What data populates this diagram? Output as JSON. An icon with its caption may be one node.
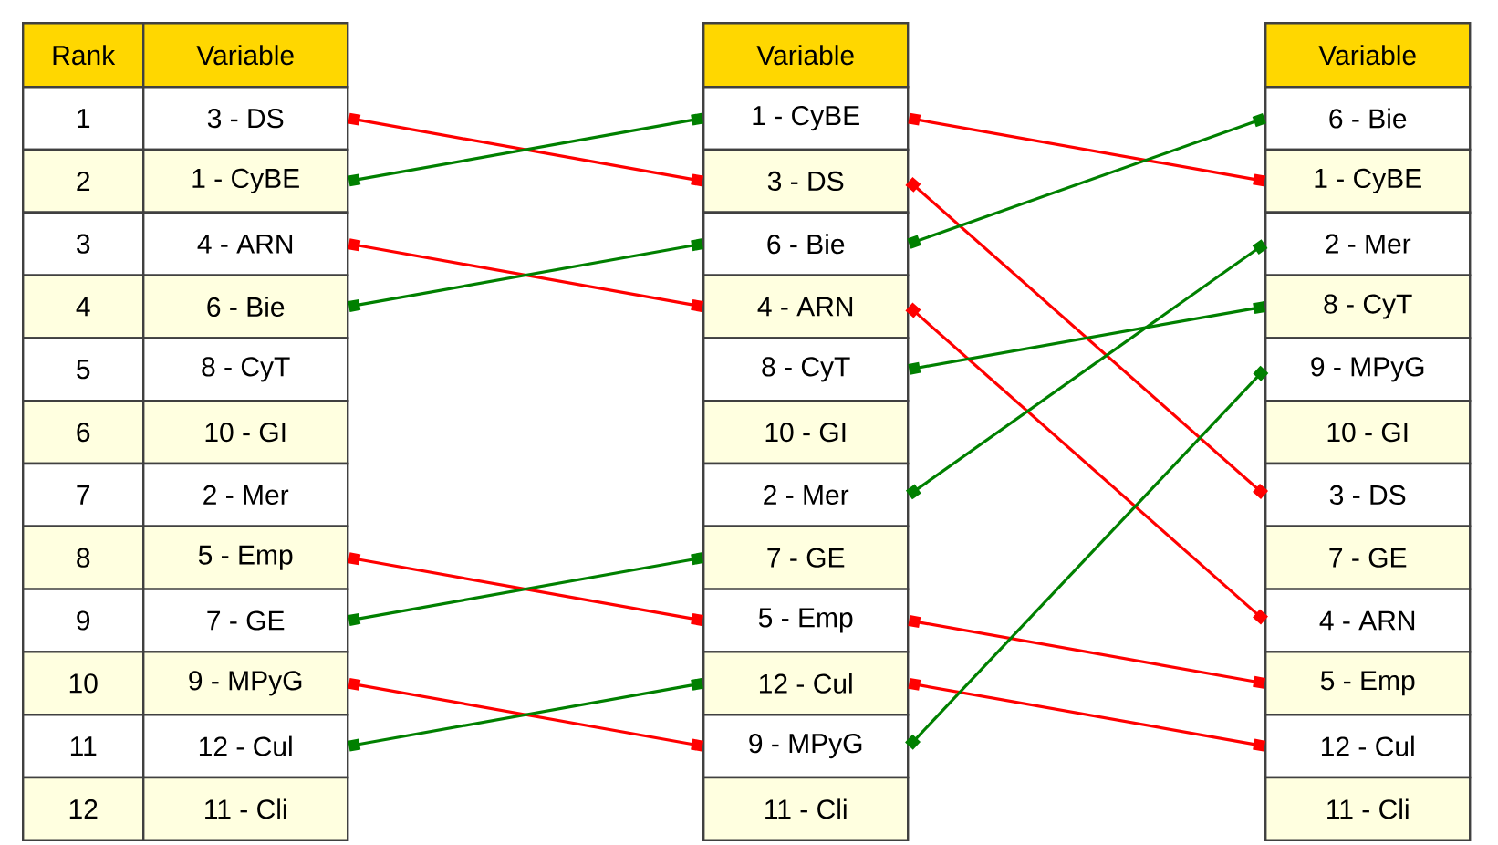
{
  "diagram": {
    "nodes": [
      {
        "text": [
          "Rank"
        ]
      },
      {
        "text": [
          "Variable"
        ]
      },
      {
        "text": [
          "1"
        ]
      },
      {
        "text": [
          "3 - DS"
        ]
      },
      {
        "text": [
          "2"
        ]
      },
      {
        "text": [
          "1 - CyBE"
        ]
      },
      {
        "text": [
          "3"
        ]
      },
      {
        "text": [
          "4 - ARN"
        ]
      },
      {
        "text": [
          "4"
        ]
      },
      {
        "text": [
          "6 - Bie"
        ]
      },
      {
        "text": [
          "5"
        ]
      },
      {
        "text": [
          "8 - CyT"
        ]
      },
      {
        "text": [
          "6"
        ]
      },
      {
        "text": [
          "10 - GI"
        ]
      },
      {
        "text": [
          "7"
        ]
      },
      {
        "text": [
          "2 - Mer"
        ]
      },
      {
        "text": [
          "8"
        ]
      },
      {
        "text": [
          "5 - Emp"
        ]
      },
      {
        "text": [
          "9"
        ]
      },
      {
        "text": [
          "7 - GE"
        ]
      },
      {
        "text": [
          "10"
        ]
      },
      {
        "text": [
          "9 - MPyG"
        ]
      },
      {
        "text": [
          "11"
        ]
      },
      {
        "text": [
          "12 - Cul"
        ]
      },
      {
        "text": [
          "12"
        ]
      },
      {
        "text": [
          "11 - Cli"
        ]
      },
      {
        "text": [
          "Variable"
        ]
      },
      {
        "text": [
          "1 - CyBE"
        ]
      },
      {
        "text": [
          "3 - DS"
        ]
      },
      {
        "text": [
          "6 - Bie"
        ]
      },
      {
        "text": [
          "4 - ARN"
        ]
      },
      {
        "text": [
          "8 - CyT"
        ]
      },
      {
        "text": [
          "10 - GI"
        ]
      },
      {
        "text": [
          "2 - Mer"
        ]
      },
      {
        "text": [
          "7 - GE"
        ]
      },
      {
        "text": [
          "5 - Emp"
        ]
      },
      {
        "text": [
          "12 - Cul"
        ]
      },
      {
        "text": [
          "9 - MPyG"
        ]
      },
      {
        "text": [
          "11 - Cli"
        ]
      },
      {
        "text": [
          "Variable"
        ]
      },
      {
        "text": [
          "6 - Bie"
        ]
      },
      {
        "text": [
          "1 - CyBE"
        ]
      },
      {
        "text": [
          "2 - Mer"
        ]
      },
      {
        "text": [
          "8 - CyT"
        ]
      },
      {
        "text": [
          "9 - MPyG"
        ]
      },
      {
        "text": [
          "10 - GI"
        ]
      },
      {
        "text": [
          "3 - DS"
        ]
      },
      {
        "text": [
          "7 - GE"
        ]
      },
      {
        "text": [
          "4 - ARN"
        ]
      },
      {
        "text": [
          "5 - Emp"
        ]
      },
      {
        "text": [
          "12 - Cul"
        ]
      },
      {
        "text": [
          "11 - Cli"
        ]
      }
    ],
    "edges": [
      {
        "from": 3,
        "to": 28,
        "arrow": "other"
      },
      {
        "from": 5,
        "to": 27,
        "arrow": "other",
        "color": "#008000"
      },
      {
        "from": 7,
        "to": 30,
        "arrow": "other"
      },
      {
        "from": 9,
        "to": 29,
        "arrow": "other",
        "color": "#008000"
      },
      {
        "from": 17,
        "to": 35,
        "arrow": "other"
      },
      {
        "from": 19,
        "to": 34,
        "arrow": "other",
        "color": "#008000"
      },
      {
        "from": 21,
        "to": 37,
        "arrow": "other"
      },
      {
        "from": 23,
        "to": 36,
        "arrow": "other",
        "color": "#008000"
      },
      {
        "from": 27,
        "to": 41,
        "arrow": "other"
      },
      {
        "from": 28,
        "to": 46,
        "arrow": "other"
      },
      {
        "from": 29,
        "to": 40,
        "arrow": "other",
        "color": "#008000"
      },
      {
        "from": 30,
        "to": 48,
        "arrow": "other"
      },
      {
        "from": 31,
        "to": 43,
        "arrow": "other",
        "color": "#008000"
      },
      {
        "from": 33,
        "to": 42,
        "arrow": "other",
        "color": "#008000"
      },
      {
        "from": 35,
        "to": 49,
        "arrow": "other"
      },
      {
        "from": 36,
        "to": 50,
        "arrow": "other"
      },
      {
        "from": 37,
        "to": 44,
        "arrow": "other",
        "color": "#008000"
      }
    ]
  }
}
